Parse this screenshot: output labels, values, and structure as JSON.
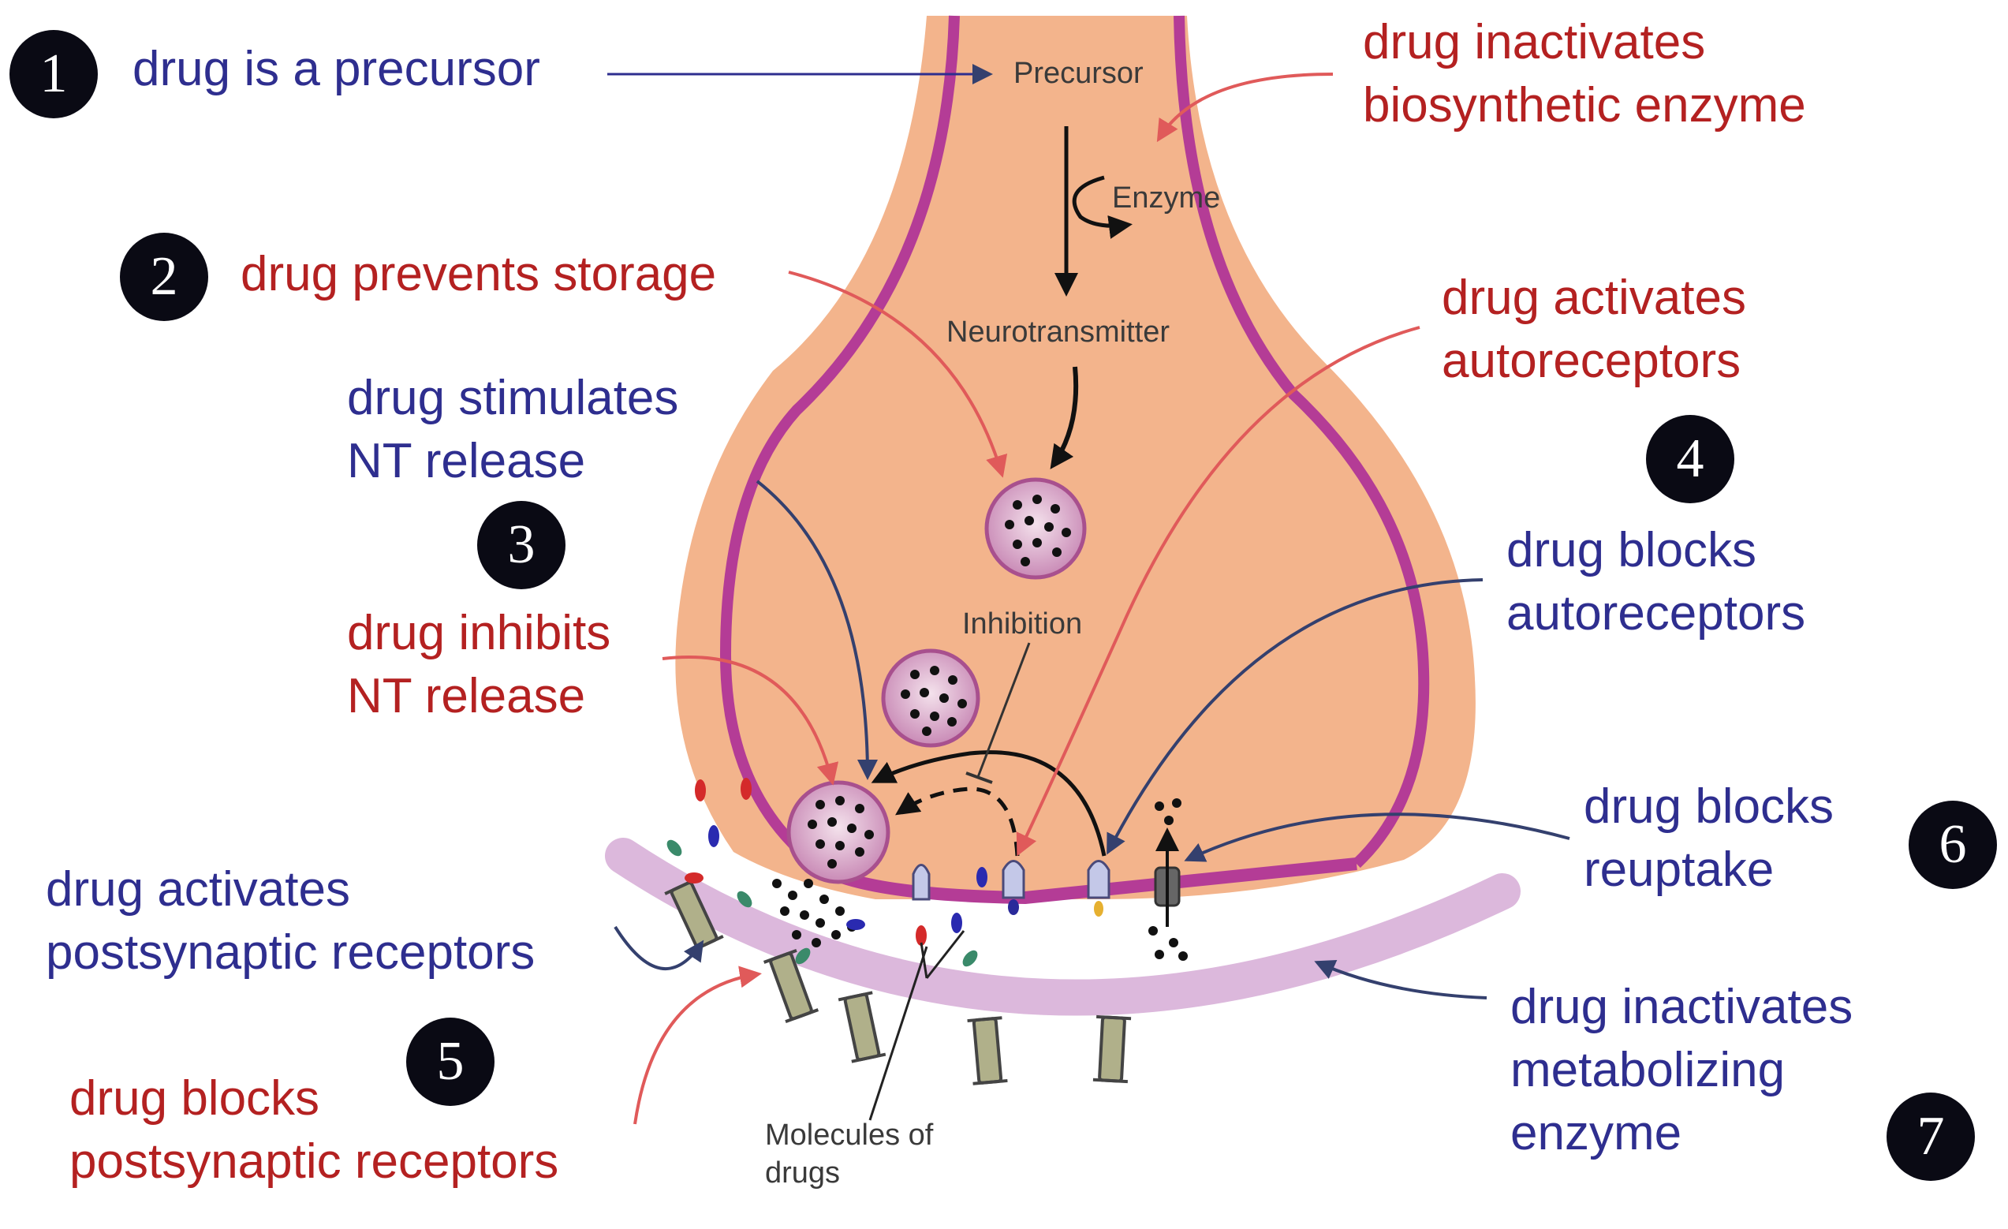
{
  "badges": [
    "1",
    "2",
    "3",
    "4",
    "5",
    "6",
    "7"
  ],
  "labels": {
    "precursor_drug": "drug is a precursor",
    "inactivates_biosynthetic_1": "drug inactivates",
    "inactivates_biosynthetic_2": "biosynthetic enzyme",
    "prevents_storage": "drug prevents storage",
    "activates_auto_1": "drug activates",
    "activates_auto_2": "autoreceptors",
    "stimulates_1": "drug stimulates",
    "stimulates_2": "NT release",
    "inhibits_1": "drug inhibits",
    "inhibits_2": "NT release",
    "blocks_auto_1": "drug blocks",
    "blocks_auto_2": "autoreceptors",
    "blocks_reuptake_1": "drug blocks",
    "blocks_reuptake_2": "reuptake",
    "activates_post_1": "drug activates",
    "activates_post_2": "postsynaptic receptors",
    "blocks_post_1": "drug blocks",
    "blocks_post_2": "postsynaptic receptors",
    "inactivates_metab_1": "drug inactivates",
    "inactivates_metab_2": "metabolizing",
    "inactivates_metab_3": "enzyme"
  },
  "inner_labels": {
    "precursor": "Precursor",
    "enzyme": "Enzyme",
    "neurotransmitter": "Neurotransmitter",
    "inhibition": "Inhibition",
    "molecules_1": "Molecules of",
    "molecules_2": "drugs"
  },
  "colors": {
    "blue_text": "#2e2e8f",
    "red_text": "#b42121",
    "terminal_fill": "#f3b48c",
    "membrane": "#b43c96",
    "postsynaptic": "#dcb8dc",
    "badge": "#0a0a14"
  }
}
